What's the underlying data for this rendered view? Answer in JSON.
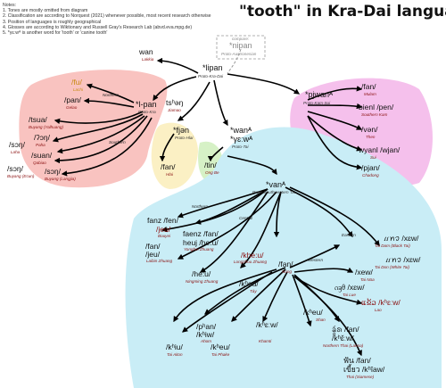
{
  "title": "\"tooth\" in Kra-Dai languages",
  "notes": [
    "Notes:",
    "1. Tones are mostly omitted from diagram",
    "2. Classification are according to Norquest (2021) whenever possible, most recent research otherwise",
    "3. Position of languages is roughly geographical",
    "4. Glosses are according to Wiktionary and Russell Gray's Research Lab (abvd.eva.mpg.de)",
    "5. *γɛːwᴬ is another word for 'tooth' or 'canine tooth'"
  ],
  "colors": {
    "kra": "#f9c3c0",
    "hlai": "#fbf0c4",
    "be": "#d6f1c6",
    "tai": "#c9edf6",
    "kamsui": "#f5c0ec",
    "arrow": "#000000",
    "dashed": "#999999"
  },
  "nodes": {
    "proto_austronesian": {
      "form": "*nipan",
      "lang": "Proto-Austronesian",
      "note": "compare:"
    },
    "wan": {
      "form": "wan",
      "lang": "Lakkia"
    },
    "proto_kra_dai": {
      "form": "*lipan",
      "lang": "Proto-Kra-Dai"
    },
    "proto_kra": {
      "form": "*l-pan",
      "lang": "Proto-Kra"
    },
    "lachi": {
      "form": "/fu/",
      "lang": "Lachi"
    },
    "gelao": {
      "form": "/pan/",
      "lang": "Gelao"
    },
    "northern": "Northern",
    "southern": "Southern",
    "buyang_ecun": {
      "form": "/tsua/",
      "lang": "Buyang (Yalhuang)"
    },
    "paha": {
      "form": "/ʔɔŋ/",
      "lang": "Paha"
    },
    "laha": {
      "form": "/sɔŋ/",
      "lang": "Laha"
    },
    "qabiao": {
      "form": "/suan/",
      "lang": "Qabiao"
    },
    "buyang_ecun2": {
      "form": "/sɔŋ/",
      "lang": "Buyang (Ecun)"
    },
    "buyang_langjia": {
      "form": "/sɔŋ/",
      "lang": "Buyang (Langjia)"
    },
    "jiamao": {
      "form": "tsʰəŋ",
      "lang": "Jiamao"
    },
    "proto_hlai": {
      "form": "*fjən",
      "lang": "Proto-Hlai"
    },
    "hlai": {
      "form": "/fan/",
      "lang": "Hlai"
    },
    "ong_be": {
      "form": "/tin/",
      "lang": "Ong Be"
    },
    "proto_tai": {
      "form": "*wanᴬ",
      "form2": "*γɛːwᴬ",
      "lang": "Proto-Tai"
    },
    "proto_kam_sui": {
      "form": "*pjwanᴬ",
      "lang": "Proto-Kam-Sui"
    },
    "mulam": {
      "form": "/fan/",
      "lang": "Mulam"
    },
    "southern_kam": {
      "form": "bienl /pen/",
      "lang": "Southern Kam"
    },
    "then": {
      "form": "/vən/",
      "lang": "Then"
    },
    "sui": {
      "form": "wyanl /wjan/",
      "lang": "Sui"
    },
    "chadong": {
      "form": "/pjan/",
      "lang": "Chadong"
    },
    "proto_sw_tai": {
      "form": "*vanᴬ",
      "lang": "Proto-Southwestern Tai"
    },
    "north_label": "Northern",
    "central_label": "Central",
    "western_label": "Western",
    "eastern_label": "Eastern",
    "bouyei": {
      "form": "fanz /fen/",
      "form2": "/jeu/",
      "lang": "Bouyei"
    },
    "lozhuang": {
      "form": "/fan/",
      "form2": "/jeu/",
      "lang": "Laibin Zhuang"
    },
    "yongzhuang": {
      "form": "faenz /fan/",
      "form2": "heuj /he:u/",
      "lang": "Yongbei Zhuang"
    },
    "longzhou": {
      "form": "/khe:u/",
      "lang": "Longzhou Zhuang"
    },
    "nong": {
      "form": "/fan/",
      "lang": "Nùng"
    },
    "ningming": {
      "form": "/he:u/",
      "lang": "Ningming Zhuang"
    },
    "tay": {
      "form": "/kʰeu/",
      "lang": "Tày"
    },
    "tai_dam": {
      "form": "ꪵꪀꪫ /xɛw/",
      "lang": "Tai Dam (Black Tai)"
    },
    "tai_don": {
      "form": "ꪵꪀꪫ /xɛw/",
      "lang": "Tai Don (White Tai)"
    },
    "tai_nua": {
      "form": "/xew/",
      "lang": "Tai Nüa"
    },
    "tai_lue": {
      "form": "ᦵᦃᦲ /xɛw/",
      "lang": "Tai Lue"
    },
    "lao": {
      "form": "ແຂ້ວ /kʰɛːw/",
      "lang": "Lao"
    },
    "ahom": {
      "form": "/pʰan/",
      "form2": "/kʰiw/",
      "lang": "Ahom"
    },
    "khamti": {
      "form": "/kʰɛːw/",
      "lang": "Khamti"
    },
    "shan": {
      "form": "/kʰeu/",
      "lang": "Shan"
    },
    "northern_thai": {
      "form": "ᨡ᩠ᩅᩢᩁ /fan/",
      "form2": "/kʰɛ̌ːw/",
      "lang": "Northern Thai (Lanna)"
    },
    "tai_aiton": {
      "form": "/kʰiu/",
      "lang": "Tai Aiton"
    },
    "tai_phake": {
      "form": "/kʰeu/",
      "lang": "Tai Phake"
    },
    "thai": {
      "form": "ฟัน /fan/",
      "form2": "เขี้ยว /kʰîaw/",
      "lang": "Thai (Siamese)"
    }
  }
}
